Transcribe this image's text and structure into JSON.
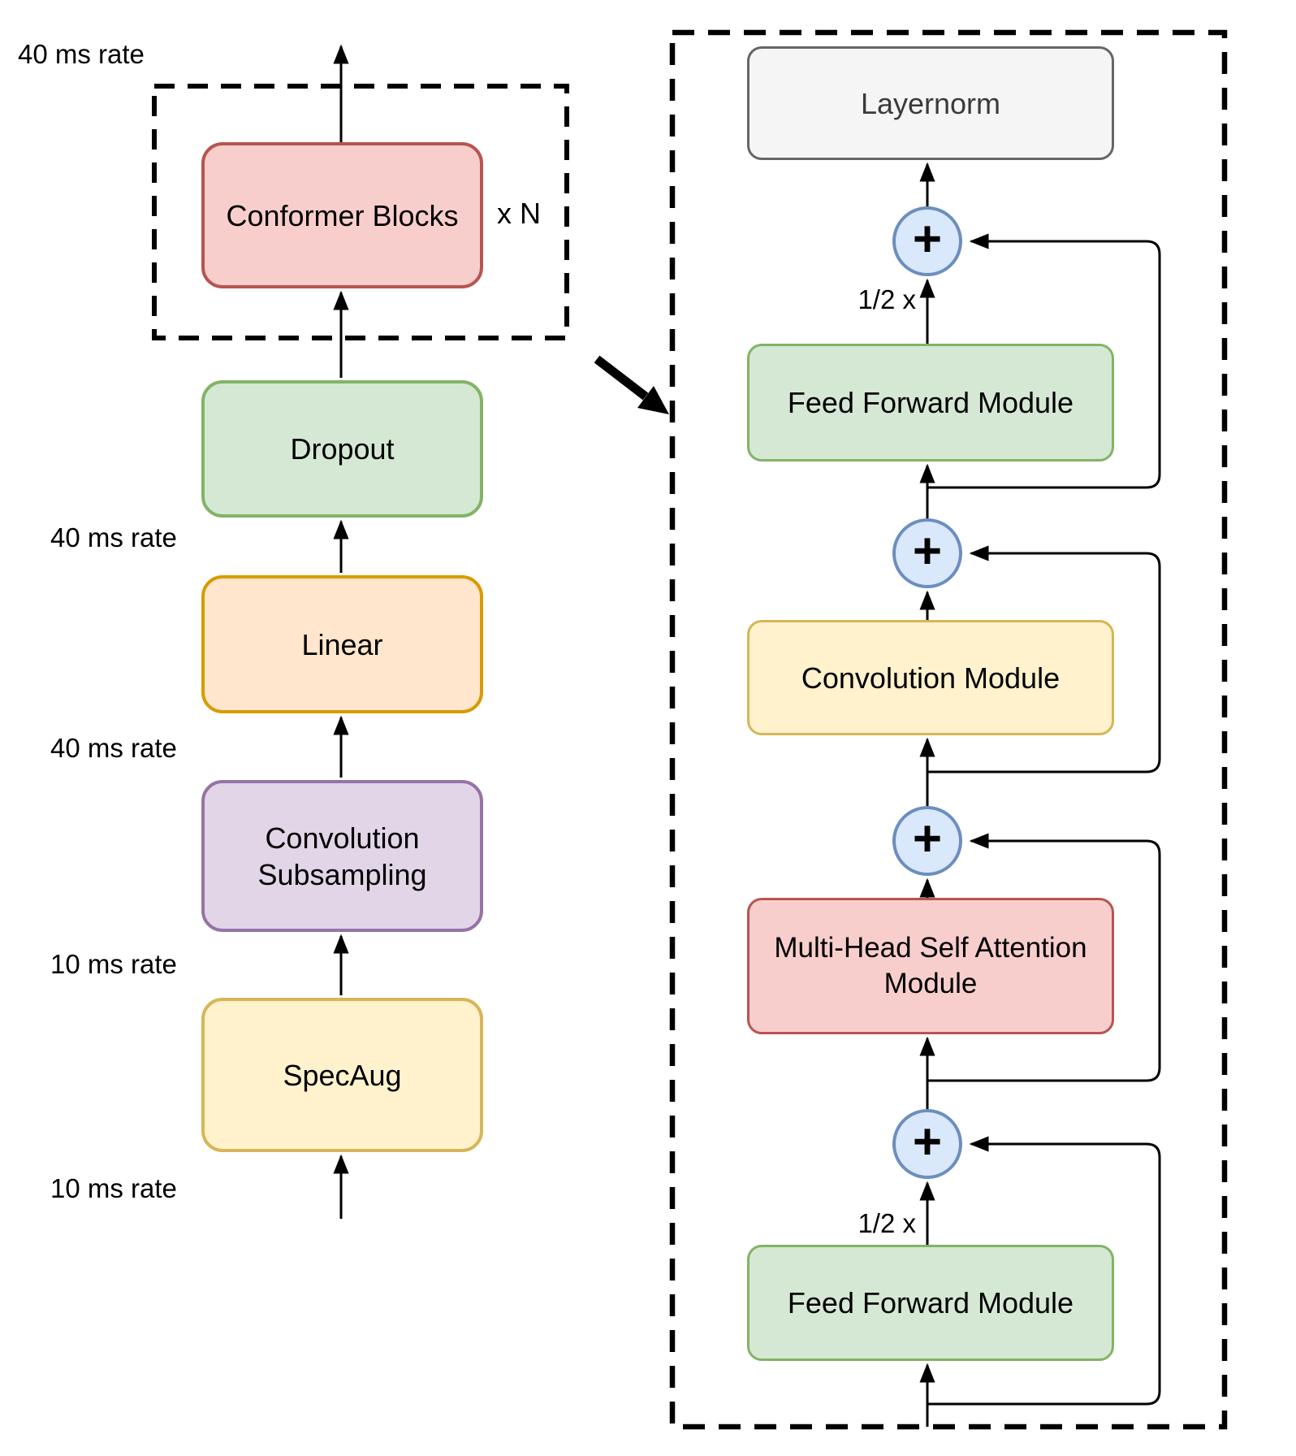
{
  "left_pipeline": {
    "rate_labels": [
      "40 ms rate",
      "40 ms rate",
      "40 ms rate",
      "10 ms rate",
      "10 ms rate"
    ],
    "blocks": {
      "conformer": "Conformer Blocks",
      "repeat": "x N",
      "dropout": "Dropout",
      "linear": "Linear",
      "conv_subsampling": "Convolution Subsampling",
      "specaug": "SpecAug"
    }
  },
  "block_detail": {
    "layernorm": "Layernorm",
    "half_scale_top": "1/2 x",
    "half_scale_bottom": "1/2 x",
    "adder": "+",
    "feed_forward_top": "Feed Forward Module",
    "convolution": "Convolution Module",
    "attention": "Multi-Head Self Attention Module",
    "feed_forward_bottom": "Feed Forward Module"
  },
  "colors": {
    "conformer_fill": "#f8cecc",
    "conformer_stroke": "#b85450",
    "dropout_fill": "#d5e8d4",
    "dropout_stroke": "#82b366",
    "linear_fill": "#ffe6cc",
    "linear_stroke": "#d79b00",
    "convsub_fill": "#e1d5e7",
    "convsub_stroke": "#9673a6",
    "specaug_fill": "#fff2cc",
    "specaug_stroke": "#d6b656",
    "layernorm_fill": "#f5f5f5",
    "layernorm_stroke": "#666666",
    "ffm_fill": "#d5e8d4",
    "ffm_stroke": "#82b366",
    "convmod_fill": "#fff2cc",
    "convmod_stroke": "#d6b656",
    "mhsa_fill": "#f8cecc",
    "mhsa_stroke": "#b85450",
    "adder_fill": "#dae8fc",
    "adder_stroke": "#6c8ebf",
    "line": "#000000"
  }
}
